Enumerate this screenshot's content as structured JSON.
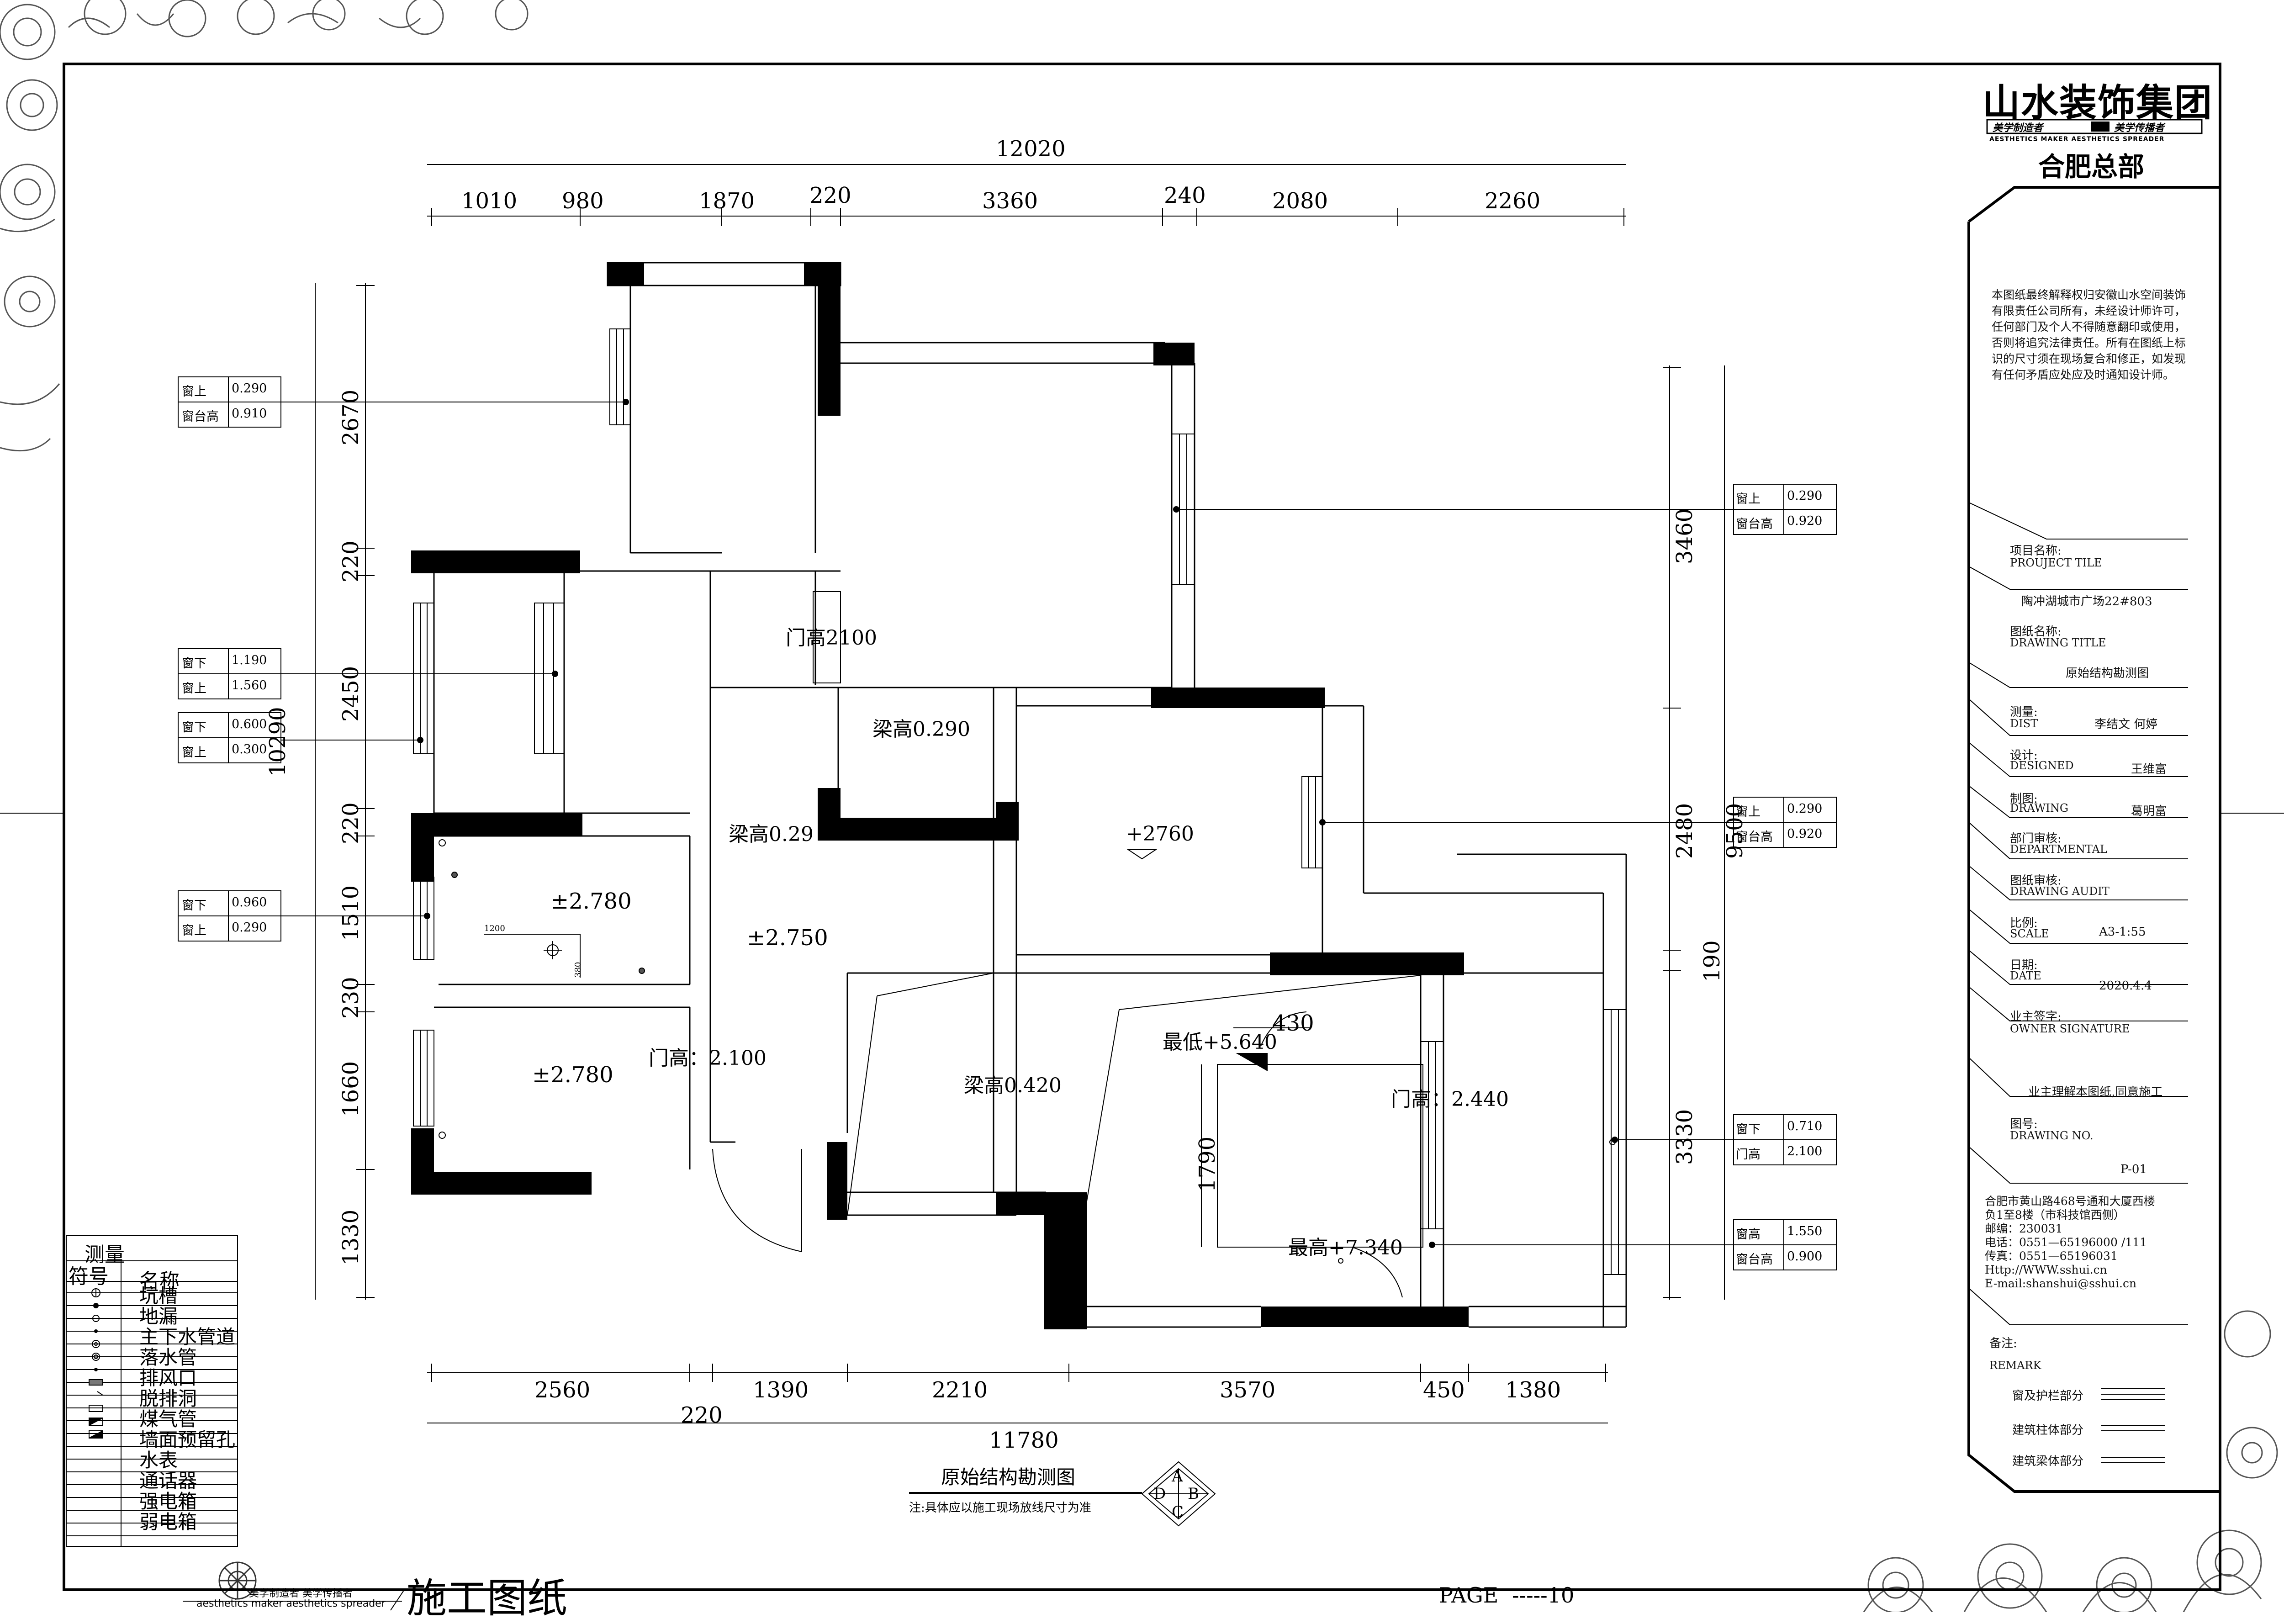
{
  "brand": {
    "company": "山水装饰集团",
    "slogan_left": "美学制造者",
    "slogan_right": "美学传播者",
    "slogan_en": "AESTHETICS MAKER AESTHETICS SPREADER",
    "branch": "合肥总部"
  },
  "copyright_notice": "本图纸最终解释权归安徽山水空间装饰有限责任公司所有，未经设计师许可，任何部门及个人不得随意翻印或使用，否则将追究法律责任。所有在图纸上标识的尺寸须在现场复合和修正，如发现有任何矛盾应处应及时通知设计师。",
  "title_block": {
    "project_label": "项目名称:",
    "project_label_en": "PROUJECT TILE",
    "project_value": "陶冲湖城市广场22#803",
    "drawing_label": "图纸名称:",
    "drawing_label_en": "DRAWING TITLE",
    "drawing_value": "原始结构勘测图",
    "dist_label": "测量:",
    "dist_label_en": "DIST",
    "dist_value": "李结文 何婷",
    "designed_label": "设计:",
    "designed_label_en": "DESIGNED",
    "designed_value": "王维富",
    "drawing_by_label": "制图:",
    "drawing_by_label_en": "DRAWING",
    "drawing_by_value": "葛明富",
    "dept_label": "部门审核:",
    "dept_label_en": "DEPARTMENTAL",
    "audit_label": "图纸审核:",
    "audit_label_en": "DRAWING AUDIT",
    "scale_label": "比例:",
    "scale_label_en": "SCALE",
    "scale_value": "A3-1:55",
    "date_label": "日期:",
    "date_label_en": "DATE",
    "date_value": "2020.4.4",
    "owner_label": "业主签字:",
    "owner_label_en": "OWNER SIGNATURE",
    "owner_note": "业主理解本图纸,同意施工",
    "no_label": "图号:",
    "no_label_en": "DRAWING NO.",
    "no_value": "P-01",
    "address_lines": [
      "合肥市黄山路468号通和大厦西楼",
      "负1至8楼（市科技馆西侧）",
      "邮编：230031",
      "电话：0551—65196000 /111",
      "传真：0551—65196031",
      "Http://WWW.sshui.cn",
      "E-mail:shanshui@sshui.cn"
    ],
    "remark_label": "备注:",
    "remark_label_en": "REMARK",
    "remark_items": [
      "窗及护栏部分",
      "建筑柱体部分",
      "建筑梁体部分"
    ]
  },
  "dimensions": {
    "top_total": "12020",
    "top_segments": [
      "1010",
      "980",
      "1870",
      "220",
      "3360",
      "240",
      "2080",
      "2260"
    ],
    "bottom_segments": [
      "2560",
      "1390",
      "2210",
      "3570",
      "450",
      "1380"
    ],
    "bottom_extra": "220",
    "bottom_total": "11780",
    "left_total": "10290",
    "left_segments": [
      "2670",
      "220",
      "2450",
      "220",
      "1510",
      "230",
      "1660",
      "1330"
    ],
    "right_total": "9500",
    "right_segments": [
      "3460",
      "2480",
      "190",
      "3330"
    ],
    "inner_1790": "1790",
    "inner_430": "430",
    "inner_1200": "1200",
    "inner_380": "380"
  },
  "window_tags": [
    {
      "k1": "窗上",
      "v1": "0.290",
      "k2": "窗台高",
      "v2": "0.910"
    },
    {
      "k1": "窗下",
      "v1": "1.190",
      "k2": "窗上",
      "v2": "1.560"
    },
    {
      "k1": "窗下",
      "v1": "0.600",
      "k2": "窗上",
      "v2": "0.300"
    },
    {
      "k1": "窗下",
      "v1": "0.960",
      "k2": "窗上",
      "v2": "0.290"
    },
    {
      "k1": "窗上",
      "v1": "0.290",
      "k2": "窗台高",
      "v2": "0.920"
    },
    {
      "k1": "窗上",
      "v1": "0.290",
      "k2": "窗台高",
      "v2": "0.920"
    },
    {
      "k1": "窗下",
      "v1": "0.710",
      "k2": "门高",
      "v2": "2.100"
    },
    {
      "k1": "窗高",
      "v1": "1.550",
      "k2": "窗台高",
      "v2": "0.900"
    }
  ],
  "annotations": {
    "door_h_2100": "门高2100",
    "beam_0290": "梁高0.290",
    "beam_029": "梁高0.29",
    "elev_2760": "+2760",
    "elev_2780a": "±2.780",
    "elev_2750": "±2.750",
    "elev_2780b": "±2.780",
    "door_h_a": "门高：2.100",
    "beam_0420": "梁高0.420",
    "min_elev": "最低+5.640",
    "max_elev": "最高+7.340",
    "door_h_b": "门高：2.440"
  },
  "legend": {
    "title": "测量",
    "col1": "符号",
    "col2": "名称",
    "items": [
      "坑槽",
      "地漏",
      "主下水管道",
      "落水管",
      "排风口",
      "脱排洞",
      "煤气管",
      "墙面预留孔",
      "水表",
      "通话器",
      "强电箱",
      "弱电箱"
    ]
  },
  "drawing_caption": {
    "title": "原始结构勘测图",
    "note": "注:具体应以施工现场放线尺寸为准",
    "compass": [
      "A",
      "B",
      "C",
      "D"
    ]
  },
  "footer": {
    "logo_line1": "美学制造者  美学传播者",
    "logo_line2": "aesthetics maker aesthetics spreader",
    "label": "施工图纸",
    "page_label": "PAGE",
    "page_value": "-----10"
  }
}
